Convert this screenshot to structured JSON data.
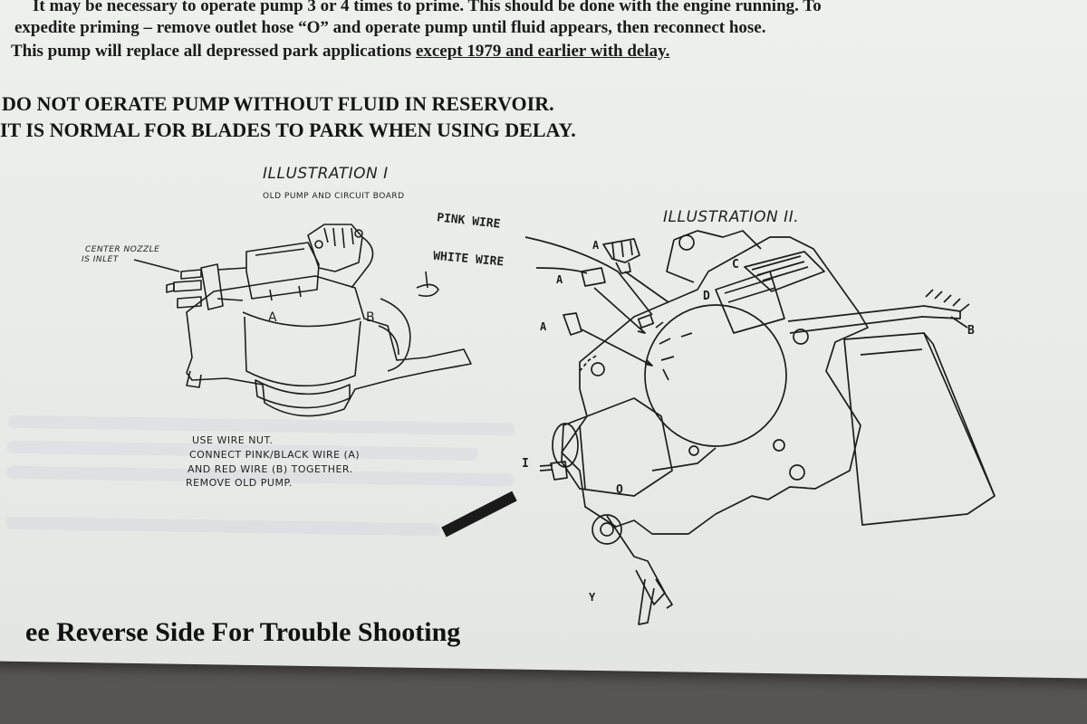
{
  "instructions": {
    "line1": "It may be necessary to operate pump 3 or 4 times to prime.  This should be done with the engine running.  To",
    "line2": "expedite priming – remove outlet hose “O” and operate pump until fluid appears, then reconnect hose.",
    "line3_text": "This pump will replace all depressed park applications ",
    "line3_underlined": "except 1979 and earlier with delay."
  },
  "warnings": [
    "DO NOT OERATE PUMP WITHOUT FLUID IN RESERVOIR.",
    "IT IS NORMAL FOR BLADES TO PARK WHEN USING DELAY."
  ],
  "illustration_1": {
    "title": "ILLUSTRATION  I",
    "subtitle": "OLD PUMP AND CIRCUIT BOARD",
    "nozzle_label_1": "CENTER NOZZLE",
    "nozzle_label_2": "IS INLET",
    "label_a": "A",
    "label_b": "B",
    "note_lines": [
      "USE  WIRE NUT.",
      "CONNECT PINK/BLACK WIRE (A)",
      "AND RED WIRE (B) TOGETHER.",
      "REMOVE  OLD  PUMP."
    ]
  },
  "illustration_2": {
    "title": "ILLUSTRATION  II.",
    "pink_wire": "PINK WIRE",
    "white_wire": "WHITE WIRE",
    "label_a": "A",
    "label_b": "B",
    "label_c": "C",
    "label_d": "D",
    "label_i": "I",
    "label_o": "O",
    "label_y": "Y"
  },
  "footer": "ee Reverse Side For Trouble Shooting"
}
